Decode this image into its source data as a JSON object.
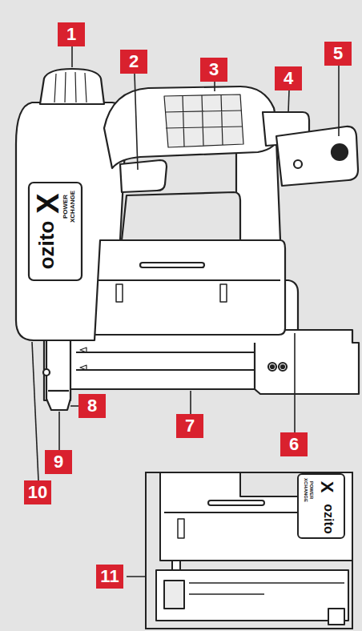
{
  "diagram": {
    "labels": [
      "1",
      "2",
      "3",
      "4",
      "5",
      "6",
      "7",
      "8",
      "9",
      "10",
      "11",
      "ozito",
      "X",
      "POWER",
      "XCHANGE",
      "ozito",
      "X",
      "POWER",
      "XCHANGE"
    ]
  }
}
